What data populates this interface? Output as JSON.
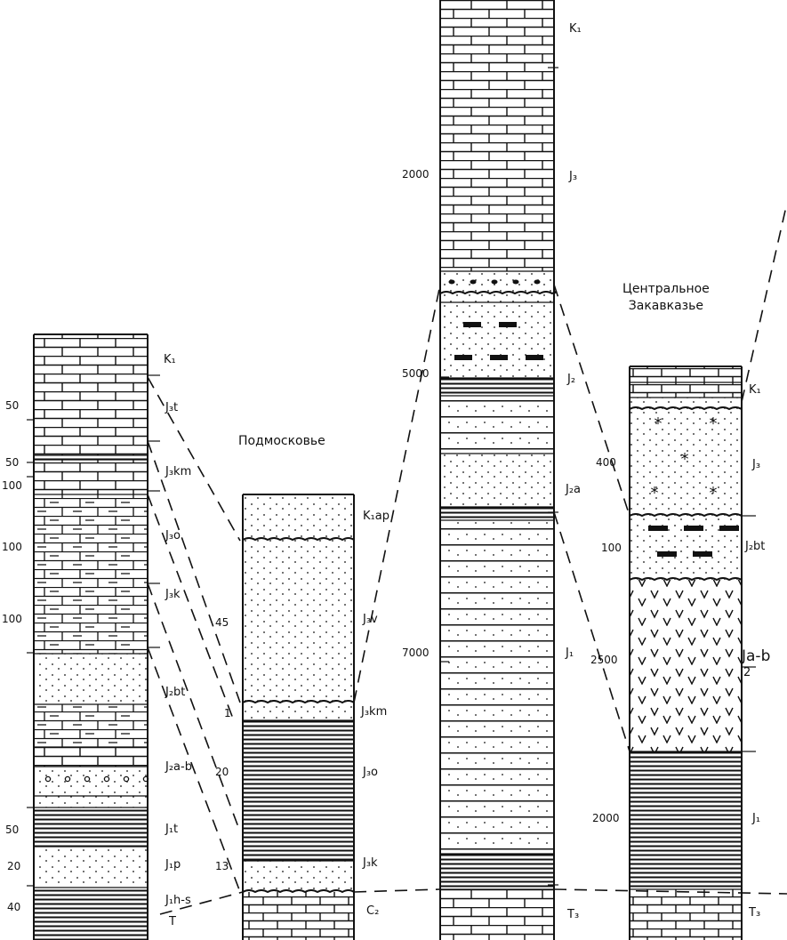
{
  "titles": {
    "podmoskovye": "Подмосковье",
    "central_transcaucasia_l1": "Центральное",
    "central_transcaucasia_l2": "Закавказье"
  },
  "column1": {
    "labels": [
      "K₁",
      "J₃t",
      "J₃km",
      "J₃o",
      "J₃k",
      "J₂bt",
      "J₂a-b",
      "J₁t",
      "J₁p",
      "J₁h-s",
      "T"
    ],
    "thickness": [
      "50",
      "50",
      "100",
      "100",
      "100",
      "50",
      "20",
      "40"
    ]
  },
  "column2": {
    "labels": [
      "K₁ap",
      "J₃v",
      "J₃km",
      "J₃o",
      "J₃k",
      "C₂"
    ],
    "thickness": [
      "45",
      "1",
      "20",
      "13"
    ]
  },
  "column3": {
    "labels": [
      "K₁",
      "J₃",
      "J₂",
      "J₂a",
      "J₁",
      "T₃"
    ],
    "thickness": [
      "2000",
      "5000",
      "7000"
    ]
  },
  "column4": {
    "labels": [
      "K₁",
      "J₃",
      "J₂bt",
      "Ja-b",
      "2",
      "J₁",
      "T₃"
    ],
    "thickness": [
      "400",
      "100",
      "2500",
      "2000"
    ]
  }
}
